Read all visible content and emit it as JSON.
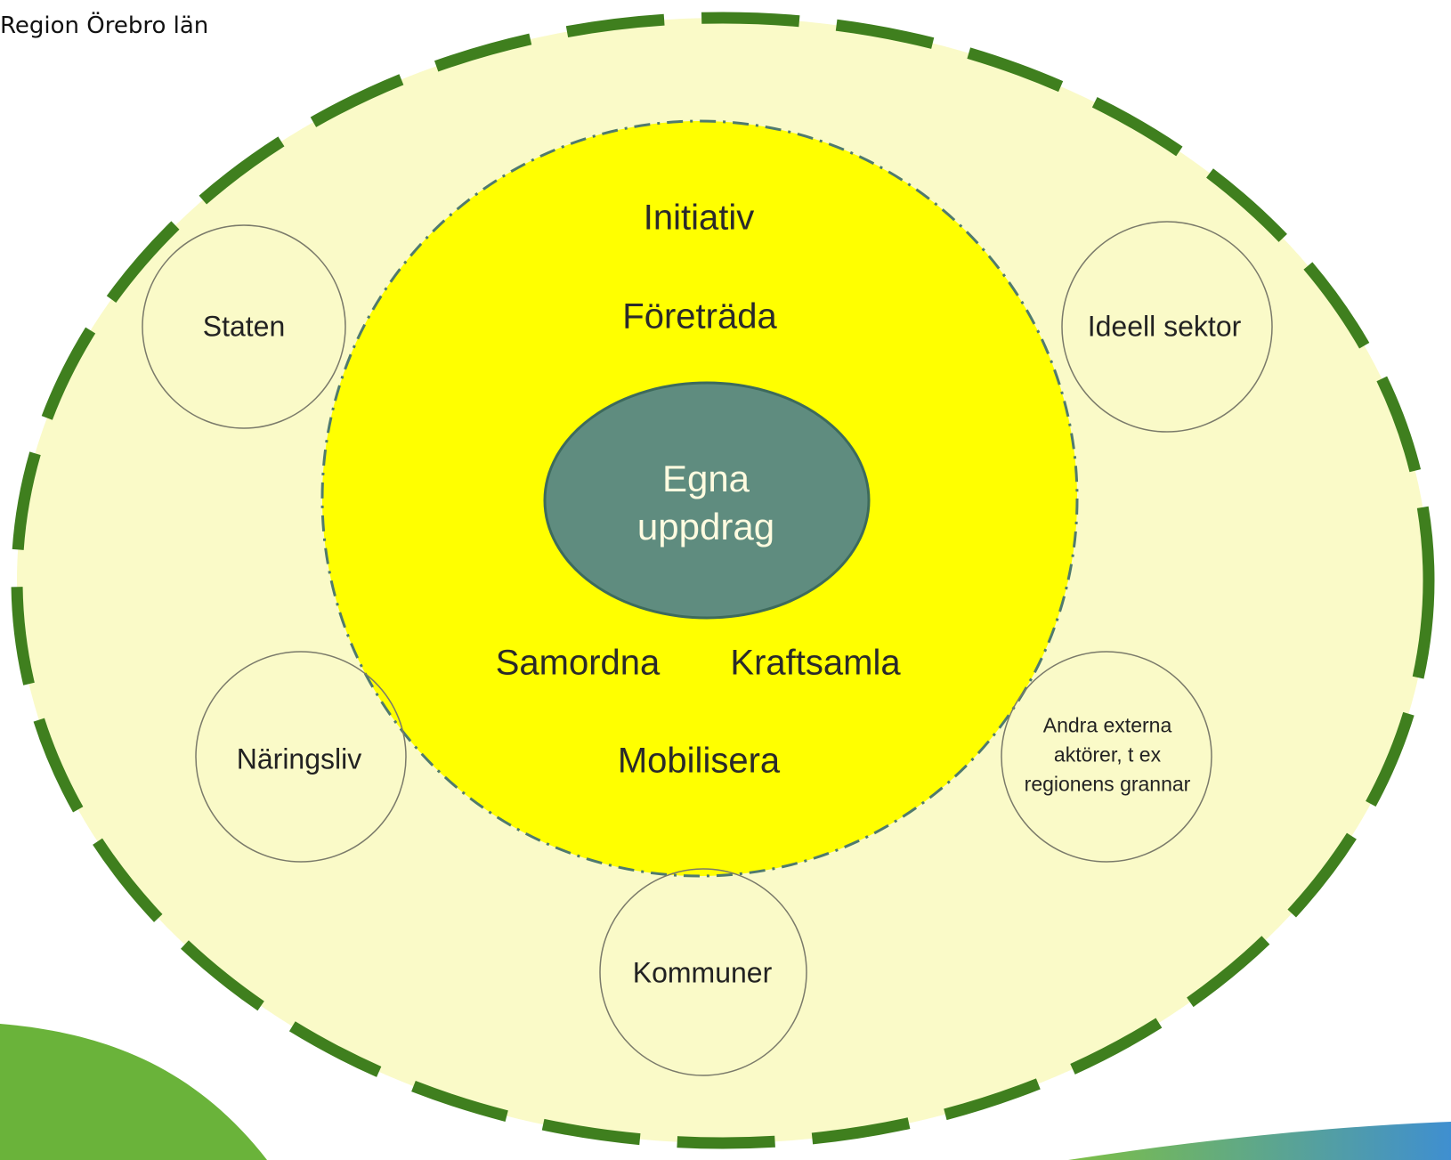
{
  "header": {
    "organization": "Region Örebro län"
  },
  "colors": {
    "outer_fill": "#fafac8",
    "outer_dash": "#3f7f1e",
    "inner_fill": "#ffff00",
    "inner_border": "#4f7a6e",
    "core_fill": "#5f8c7f",
    "core_border": "#3d6a5c",
    "actor_border": "#7a7a6a",
    "core_text": "#fffbe0",
    "background_swoosh": "#6ab33a"
  },
  "diagram": {
    "core": {
      "label": "Egna uppdrag"
    },
    "activities": {
      "initiativ": "Initiativ",
      "foretrada": "Företräda",
      "samordna": "Samordna",
      "kraftsamla": "Kraftsamla",
      "mobilisera": "Mobilisera"
    },
    "actors": {
      "staten": "Staten",
      "ideell_sektor": "Ideell sektor",
      "naringsliv": "Näringsliv",
      "andra_externa": "Andra externa aktörer, t ex regionens grannar",
      "kommuner": "Kommuner"
    }
  }
}
